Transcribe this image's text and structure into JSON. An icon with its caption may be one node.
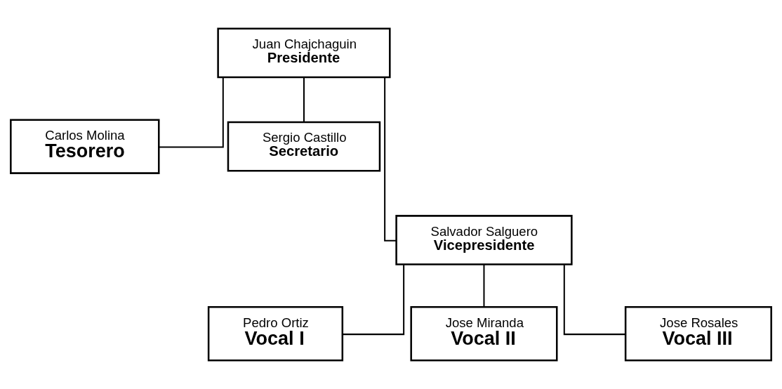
{
  "diagram": {
    "nodes": [
      {
        "text": [
          "Juan Chajchaguin",
          "Presidente"
        ]
      },
      {
        "text": [
          "Carlos Molina",
          "Tesorero"
        ]
      },
      {
        "text": [
          "Sergio Castillo",
          "Secretario"
        ]
      },
      {
        "text": [
          "Salvador Salguero",
          "Vicepresidente"
        ]
      },
      {
        "text": [
          "Pedro Ortiz",
          "Vocal I"
        ]
      },
      {
        "text": [
          "Jose Miranda",
          "Vocal II"
        ]
      },
      {
        "text": [
          "Jose Rosales",
          "Vocal III"
        ]
      }
    ],
    "edges": [
      {
        "from": 0,
        "to": 1,
        "arrow": "none"
      },
      {
        "from": 0,
        "to": 2,
        "arrow": "none"
      },
      {
        "from": 0,
        "to": 3,
        "arrow": "none"
      },
      {
        "from": 3,
        "to": 4,
        "arrow": "none"
      },
      {
        "from": 3,
        "to": 5,
        "arrow": "none"
      },
      {
        "from": 3,
        "to": 6,
        "arrow": "none"
      }
    ]
  }
}
